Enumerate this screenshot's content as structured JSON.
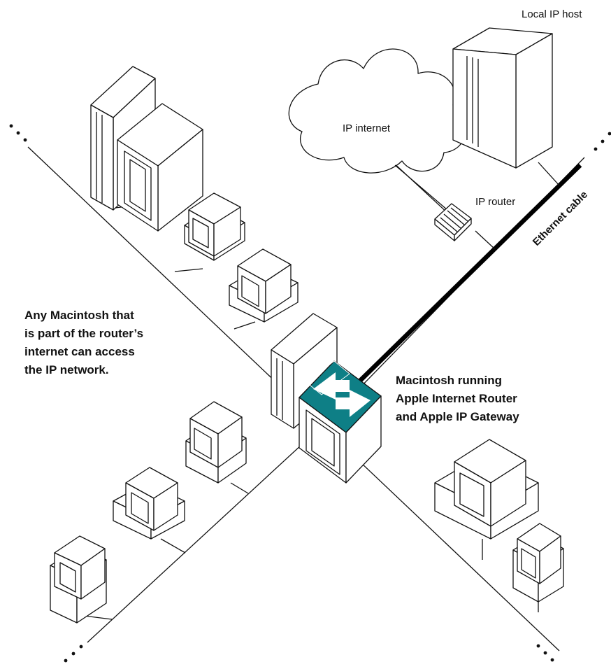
{
  "labels": {
    "local_ip_host": "Local IP host",
    "ip_internet": "IP internet",
    "ip_router": "IP router",
    "ethernet_cable": "Ethernet cable",
    "any_mac": [
      "Any Macintosh that",
      "is part of the router’s",
      "internet can access",
      "the IP network."
    ],
    "gateway_mac": [
      "Macintosh running",
      "Apple Internet Router",
      "and Apple IP Gateway"
    ]
  },
  "colors": {
    "line": "#111111",
    "router_accent": "#0e7f86",
    "background": "#ffffff"
  },
  "icons": {
    "router_arrows": "router-arrows-icon",
    "cloud": "cloud-icon"
  }
}
